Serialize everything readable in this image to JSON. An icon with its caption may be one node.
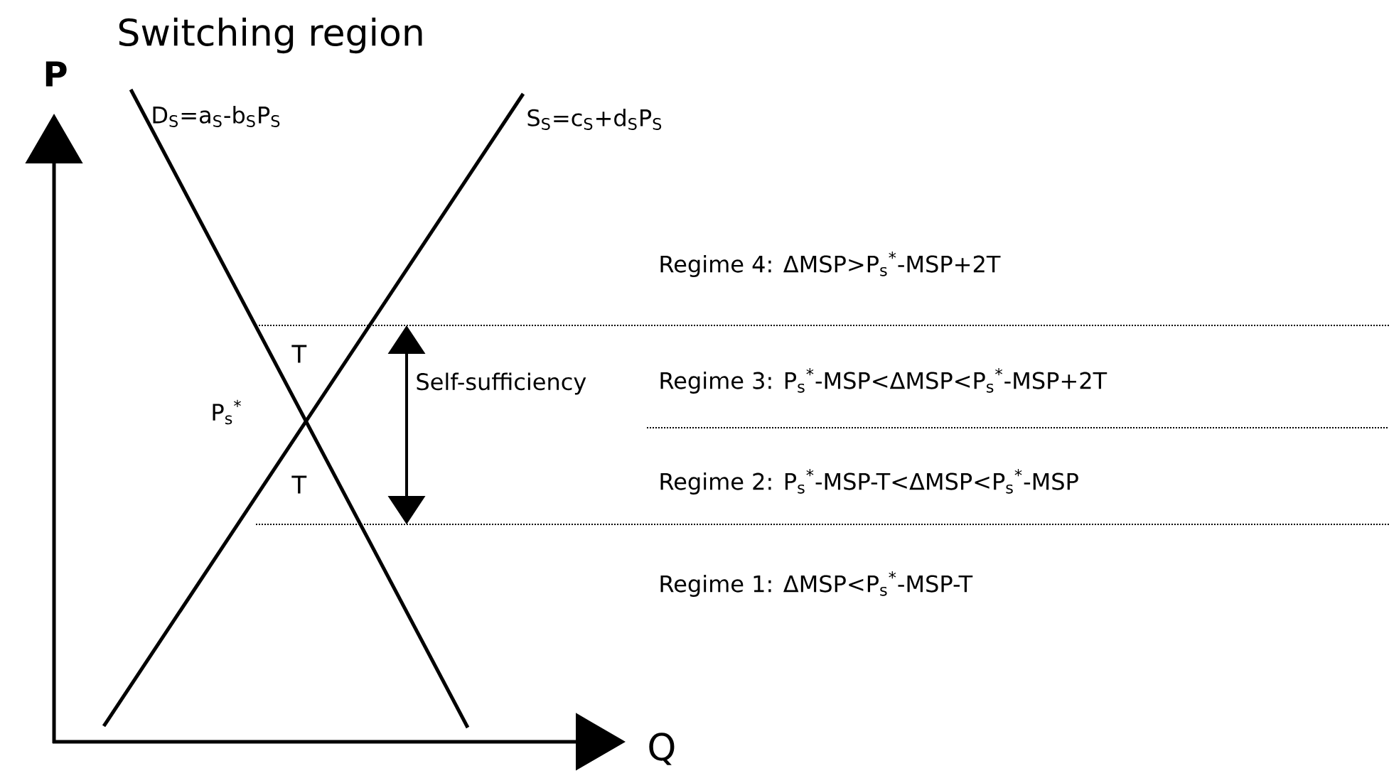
{
  "diagram": {
    "title": "Switching region",
    "labels": [
      "P",
      "D$_{S}$=a$_{S}$-b$_{S}$P$_{S}$",
      "S$_{S}$=c$_{S}$+d$_{S}$P$_{S}$",
      "Regime 4: ΔMSP>P$_{s}$$^{*}$-MSP+2T",
      "T",
      "Self-sufficiency",
      "Regime 3: P$_{s}$$^{*}$-MSP<ΔMSP<P$_{s}$$^{*}$-MSP+2T",
      "P$_{s}$$^{*}$",
      "Regime 2: P$_{s}$$^{*}$-MSP-T<ΔMSP<P$_{s}$$^{*}$-MSP",
      "T",
      "Regime 1: ΔMSP<P$_{s}$$^{*}$-MSP-T",
      "Q"
    ]
  }
}
